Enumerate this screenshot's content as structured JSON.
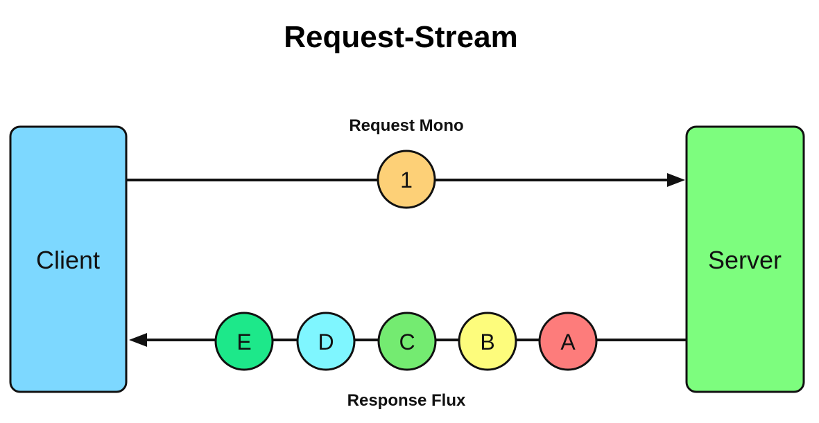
{
  "title": "Request-Stream",
  "nodes": {
    "client": {
      "label": "Client",
      "color": "#7dd8ff"
    },
    "server": {
      "label": "Server",
      "color": "#7dfd7e"
    }
  },
  "request": {
    "label": "Request Mono",
    "message": {
      "label": "1",
      "color": "#fdd077"
    }
  },
  "response": {
    "label": "Response Flux",
    "messages": [
      {
        "label": "E",
        "color": "#1de88a"
      },
      {
        "label": "D",
        "color": "#7ff6ff"
      },
      {
        "label": "C",
        "color": "#74eb71"
      },
      {
        "label": "B",
        "color": "#fdfc7c"
      },
      {
        "label": "A",
        "color": "#fd7c7b"
      }
    ]
  },
  "colors": {
    "stroke": "#111111"
  }
}
